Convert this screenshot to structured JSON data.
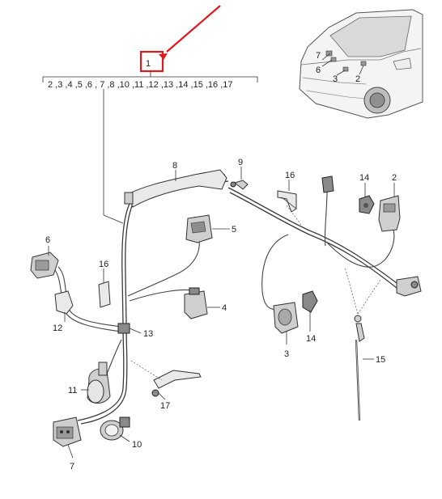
{
  "header": {
    "main_number": "1",
    "subparts_text": "2 ,3 ,4 ,5 ,6 , 7 ,8 ,10 ,11 ,12 ,13 ,14 ,15 ,16 ,17"
  },
  "callouts": {
    "c2": "2",
    "c3": "3",
    "c4": "4",
    "c5": "5",
    "c6": "6",
    "c7": "7",
    "c8": "8",
    "c9": "9",
    "c10": "10",
    "c11": "11",
    "c12": "12",
    "c13": "13",
    "c14a": "14",
    "c14b": "14",
    "c15": "15",
    "c16a": "16",
    "c16b": "16",
    "c17": "17"
  },
  "inset": {
    "l7": "7",
    "l6": "6",
    "l3": "3",
    "l2": "2"
  },
  "colors": {
    "highlight": "#e0191f",
    "line": "#333333"
  }
}
